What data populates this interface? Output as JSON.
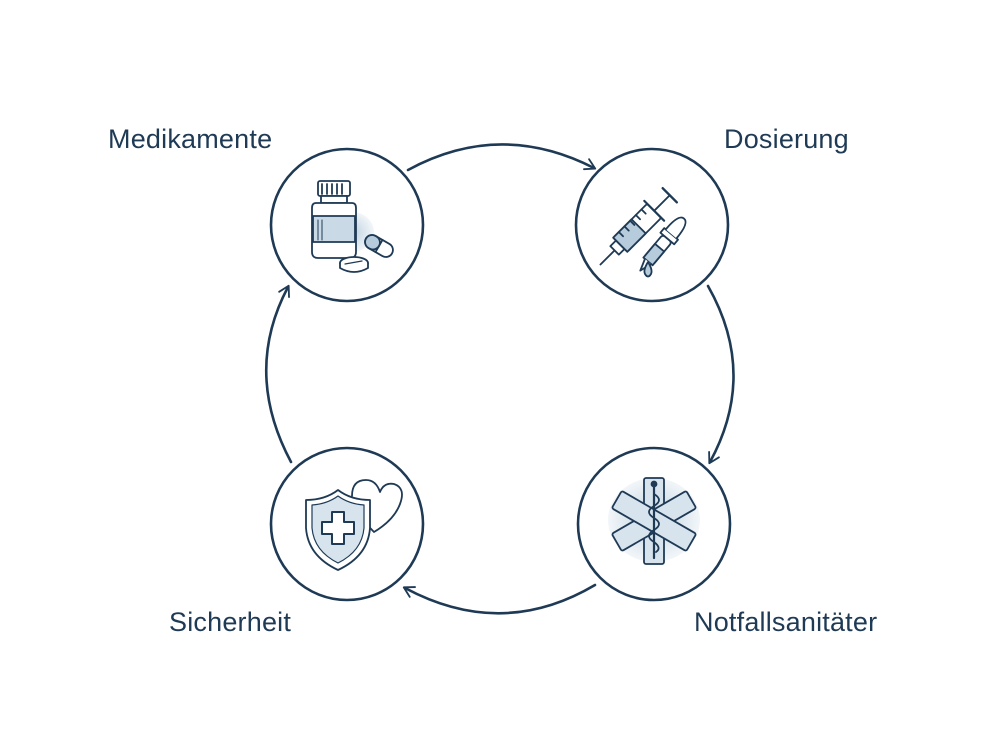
{
  "diagram": {
    "nodes": [
      {
        "id": "medikamente",
        "label": "Medikamente",
        "icon": "medicine-bottle-pills-icon"
      },
      {
        "id": "dosierung",
        "label": "Dosierung",
        "icon": "syringe-dropper-icon"
      },
      {
        "id": "notfallsanitaeter",
        "label": "Notfallsanitäter",
        "icon": "star-of-life-icon"
      },
      {
        "id": "sicherheit",
        "label": "Sicherheit",
        "icon": "shield-heart-icon"
      }
    ],
    "edges": [
      {
        "from": "medikamente",
        "to": "dosierung"
      },
      {
        "from": "dosierung",
        "to": "notfallsanitaeter"
      },
      {
        "from": "notfallsanitaeter",
        "to": "sicherheit"
      },
      {
        "from": "sicherheit",
        "to": "medikamente"
      }
    ],
    "colors": {
      "stroke": "#1f3a55",
      "tint": "#a9c3d6"
    }
  }
}
